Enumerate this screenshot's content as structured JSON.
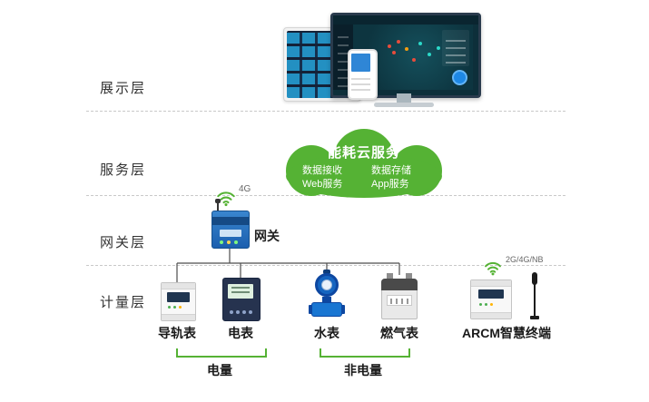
{
  "diagram": {
    "layers": [
      {
        "label": "展示层"
      },
      {
        "label": "服务层"
      },
      {
        "label": "网关层"
      },
      {
        "label": "计量层"
      }
    ],
    "cloud": {
      "title": "能耗云服务",
      "left_items": [
        "数据接收",
        "Web服务"
      ],
      "right_items": [
        "数据存储",
        "App服务"
      ]
    },
    "gateway": {
      "label": "网关",
      "wireless": "4G"
    },
    "meters": [
      {
        "label": "导轨表"
      },
      {
        "label": "电表"
      },
      {
        "label": "水表"
      },
      {
        "label": "燃气表"
      },
      {
        "label": "ARCM智慧终端",
        "wireless": "2G/4G/NB"
      }
    ],
    "groups": [
      {
        "label": "电量"
      },
      {
        "label": "非电量"
      }
    ],
    "colors": {
      "accent_green": "#55b234",
      "device_blue": "#1b5fae",
      "line": "#4d4d4d"
    }
  }
}
